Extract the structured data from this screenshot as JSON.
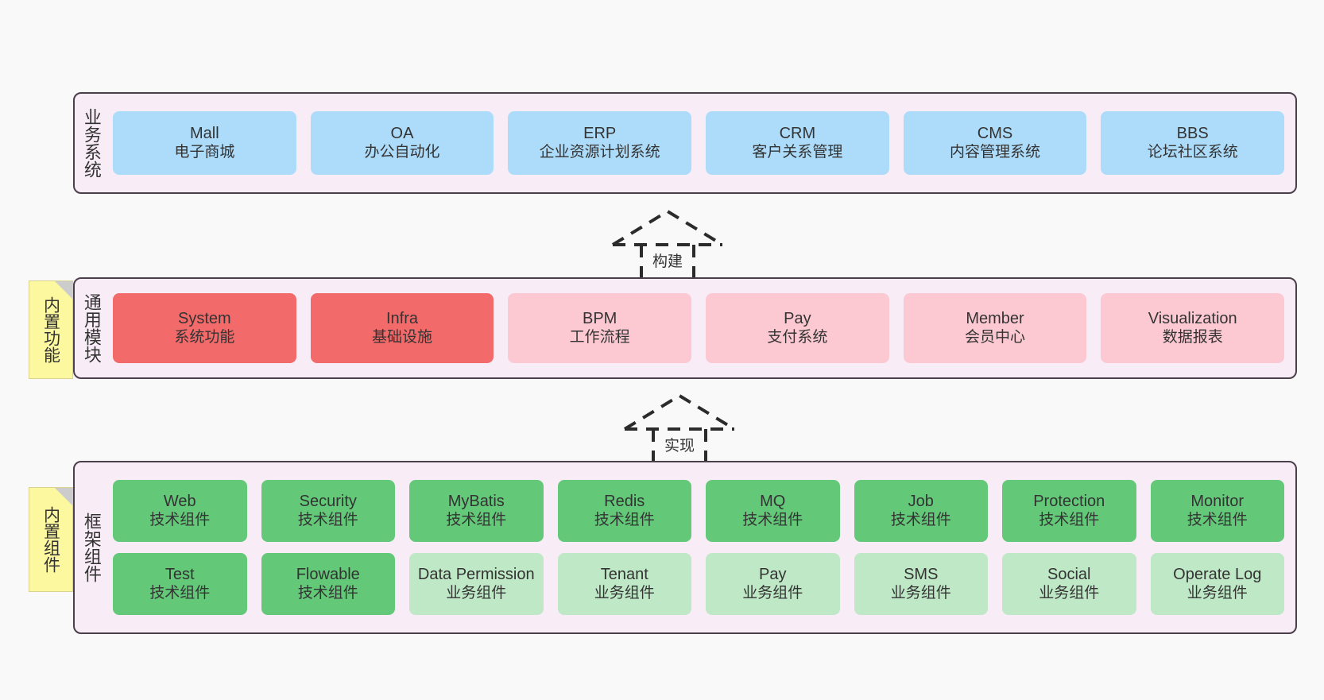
{
  "layers": [
    {
      "id": "business",
      "title": "业务系统",
      "note": null,
      "rows": [
        {
          "nodes": [
            {
              "en": "Mall",
              "cn": "电子商城",
              "color": "blue"
            },
            {
              "en": "OA",
              "cn": "办公自动化",
              "color": "blue"
            },
            {
              "en": "ERP",
              "cn": "企业资源计划系统",
              "color": "blue"
            },
            {
              "en": "CRM",
              "cn": "客户关系管理",
              "color": "blue"
            },
            {
              "en": "CMS",
              "cn": "内容管理系统",
              "color": "blue"
            },
            {
              "en": "BBS",
              "cn": "论坛社区系统",
              "color": "blue"
            }
          ]
        }
      ]
    },
    {
      "id": "module",
      "title": "通用模块",
      "note": "内置功能",
      "rows": [
        {
          "nodes": [
            {
              "en": "System",
              "cn": "系统功能",
              "color": "red"
            },
            {
              "en": "Infra",
              "cn": "基础设施",
              "color": "red"
            },
            {
              "en": "BPM",
              "cn": "工作流程",
              "color": "pink"
            },
            {
              "en": "Pay",
              "cn": "支付系统",
              "color": "pink"
            },
            {
              "en": "Member",
              "cn": "会员中心",
              "color": "pink"
            },
            {
              "en": "Visualization",
              "cn": "数据报表",
              "color": "pink"
            }
          ]
        }
      ]
    },
    {
      "id": "framework",
      "title": "框架组件",
      "note": "内置组件",
      "rows": [
        {
          "nodes": [
            {
              "en": "Web",
              "cn": "技术组件",
              "color": "green"
            },
            {
              "en": "Security",
              "cn": "技术组件",
              "color": "green"
            },
            {
              "en": "MyBatis",
              "cn": "技术组件",
              "color": "green"
            },
            {
              "en": "Redis",
              "cn": "技术组件",
              "color": "green"
            },
            {
              "en": "MQ",
              "cn": "技术组件",
              "color": "green"
            },
            {
              "en": "Job",
              "cn": "技术组件",
              "color": "green"
            },
            {
              "en": "Protection",
              "cn": "技术组件",
              "color": "green"
            },
            {
              "en": "Monitor",
              "cn": "技术组件",
              "color": "green"
            }
          ]
        },
        {
          "nodes": [
            {
              "en": "Test",
              "cn": "技术组件",
              "color": "green"
            },
            {
              "en": "Flowable",
              "cn": "技术组件",
              "color": "green"
            },
            {
              "en": "Data Permission",
              "cn": "业务组件",
              "color": "lightgreen",
              "wrap": true
            },
            {
              "en": "Tenant",
              "cn": "业务组件",
              "color": "lightgreen"
            },
            {
              "en": "Pay",
              "cn": "业务组件",
              "color": "lightgreen"
            },
            {
              "en": "SMS",
              "cn": "业务组件",
              "color": "lightgreen"
            },
            {
              "en": "Social",
              "cn": "业务组件",
              "color": "lightgreen"
            },
            {
              "en": "Operate Log",
              "cn": "业务组件",
              "color": "lightgreen"
            }
          ]
        }
      ]
    }
  ],
  "arrows": [
    {
      "id": "build",
      "label": "构建"
    },
    {
      "id": "implement",
      "label": "实现"
    }
  ],
  "colors": {
    "panel_bg": "#f8ecf6",
    "panel_border": "#4a3f4a",
    "blue": "#addcfb",
    "red": "#f26a6a",
    "pink": "#fcc9d2",
    "green": "#63c878",
    "lightgreen": "#bfe8c6",
    "note_bg": "#fcf8a0",
    "note_fold": "#cccccc",
    "canvas_bg": "#f9f9f9",
    "text": "#333333"
  }
}
